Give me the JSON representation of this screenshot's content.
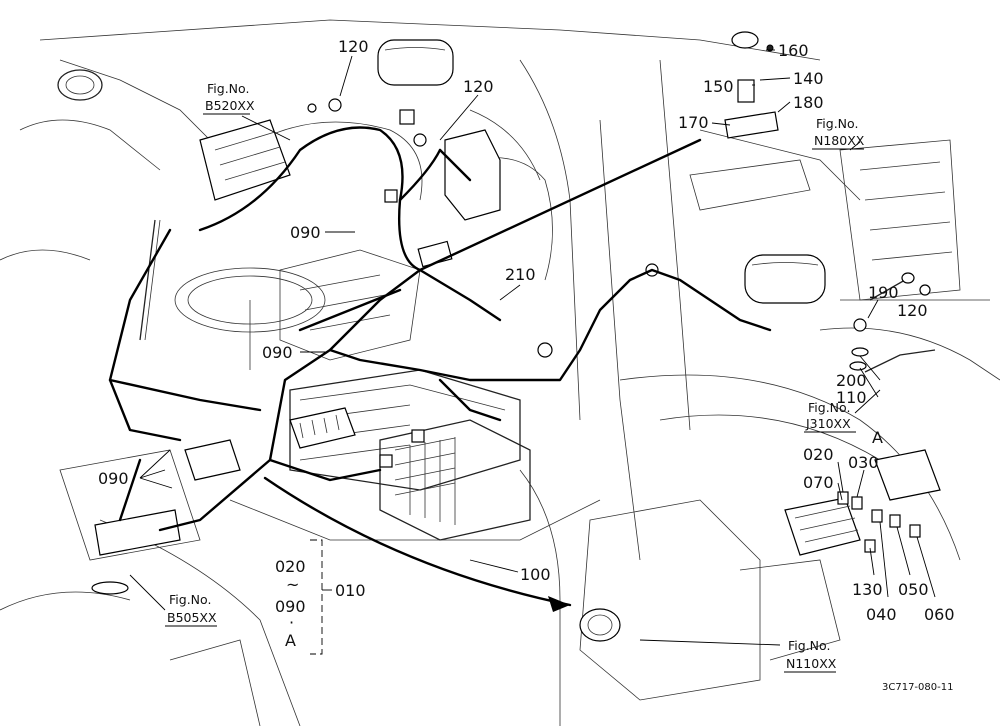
{
  "callouts": {
    "c120a": "120",
    "c120b": "120",
    "c120c": "120",
    "c160": "160",
    "c150": "150",
    "c140": "140",
    "c180": "180",
    "c170": "170",
    "c090a": "090",
    "c090b": "090",
    "c090c": "090",
    "c210": "210",
    "c190": "190",
    "c200": "200",
    "c110": "110",
    "c020": "020",
    "c030": "030",
    "c070": "070",
    "c130": "130",
    "c040": "040",
    "c050": "050",
    "c060": "060",
    "c100": "100",
    "c010": "010",
    "grp_top": "020",
    "grp_tilde": "~",
    "grp_bottom": "090",
    "grp_dot": "·",
    "grp_letter": "A",
    "detail_letter": "A"
  },
  "figure_refs": {
    "b520_label": "Fig.No.",
    "b520_code": "B520XX",
    "n180_label": "Fig.No.",
    "n180_code": "N180XX",
    "j310_label": "Fig.No.",
    "j310_code": "J310XX",
    "b505_label": "Fig.No.",
    "b505_code": "B505XX",
    "n110_label": "Fig.No.",
    "n110_code": "N110XX"
  },
  "drawing_number": "3C717-080-11"
}
